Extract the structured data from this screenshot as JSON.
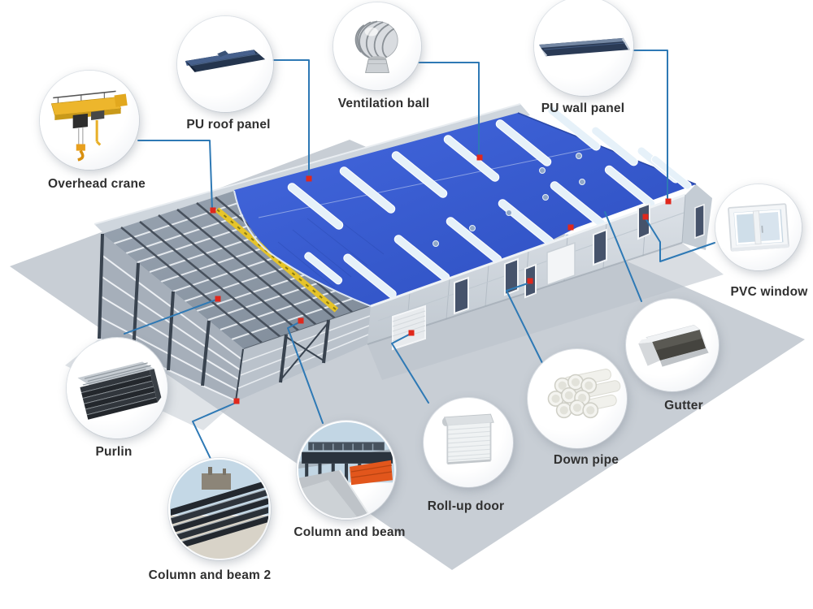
{
  "diagram": {
    "type": "exploded-component-diagram",
    "subject": "steel structure warehouse building",
    "components": [
      {
        "id": "overhead-crane",
        "label": "Overhead crane"
      },
      {
        "id": "pu-roof-panel",
        "label": "PU roof panel"
      },
      {
        "id": "ventilation-ball",
        "label": "Ventilation ball"
      },
      {
        "id": "pu-wall-panel",
        "label": "PU wall panel"
      },
      {
        "id": "pvc-window",
        "label": "PVC window"
      },
      {
        "id": "gutter",
        "label": "Gutter"
      },
      {
        "id": "down-pipe",
        "label": "Down pipe"
      },
      {
        "id": "roll-up-door",
        "label": "Roll-up door"
      },
      {
        "id": "column-and-beam",
        "label": "Column and beam"
      },
      {
        "id": "column-and-beam-2",
        "label": "Column and beam 2"
      },
      {
        "id": "purlin",
        "label": "Purlin"
      }
    ],
    "colors": {
      "background": "#FFFFFF",
      "roof-blue": "#3A5CCD",
      "skylight": "#E6F1F9",
      "wall-gray": "#CBD3DA",
      "ground-gray": "#C8CED5",
      "steel-dark": "#39434F",
      "purlin-light": "#E9EDF1",
      "crane-yellow": "#E7C027",
      "connector-blue": "#2E79B5",
      "marker-red": "#E0281C",
      "label-text": "#303030"
    }
  }
}
